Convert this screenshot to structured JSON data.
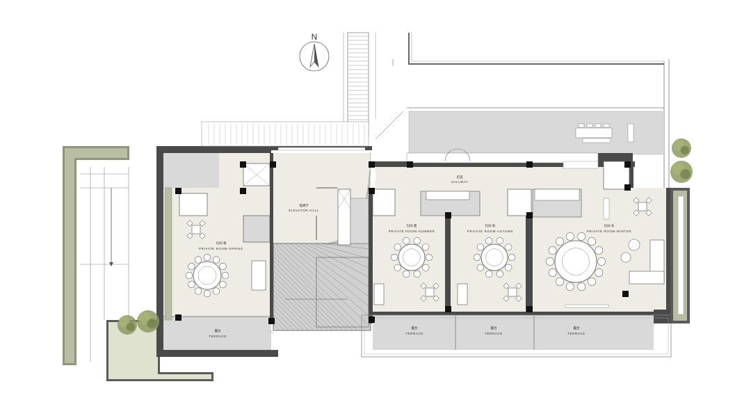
{
  "compass": {
    "north_label": "N"
  },
  "colors": {
    "wall": "#4a4a4a",
    "floor": "#eeece5",
    "terrace": "#d9d9d9",
    "corridor_grey": "#cfcfcf",
    "planter": "#a9b08a",
    "tree": "#8d9a62",
    "line": "#7a7a7a"
  },
  "rooms": {
    "hallway": {
      "cn": "走道",
      "en": "HALLWAY"
    },
    "elevator_hall": {
      "cn": "电梯厅",
      "en": "ELEVATOR HALL"
    },
    "spring": {
      "cn": "包间-春",
      "en": "PRIVATE ROOM-SPRING"
    },
    "summer": {
      "cn": "包间-夏",
      "en": "PRIVATE ROOM-SUMMER"
    },
    "autumn": {
      "cn": "包间-秋",
      "en": "PRIVATE ROOM-AUTUMN"
    },
    "winter": {
      "cn": "包间-冬",
      "en": "PRIVATE ROOM-WINTER"
    },
    "terrace_spring": {
      "cn": "露台",
      "en": "TERRACE"
    },
    "terrace_summer": {
      "cn": "露台",
      "en": "TERRACE"
    },
    "terrace_autumn": {
      "cn": "露台",
      "en": "TERRACE"
    },
    "terrace_winter": {
      "cn": "露台",
      "en": "TERRACE"
    }
  }
}
